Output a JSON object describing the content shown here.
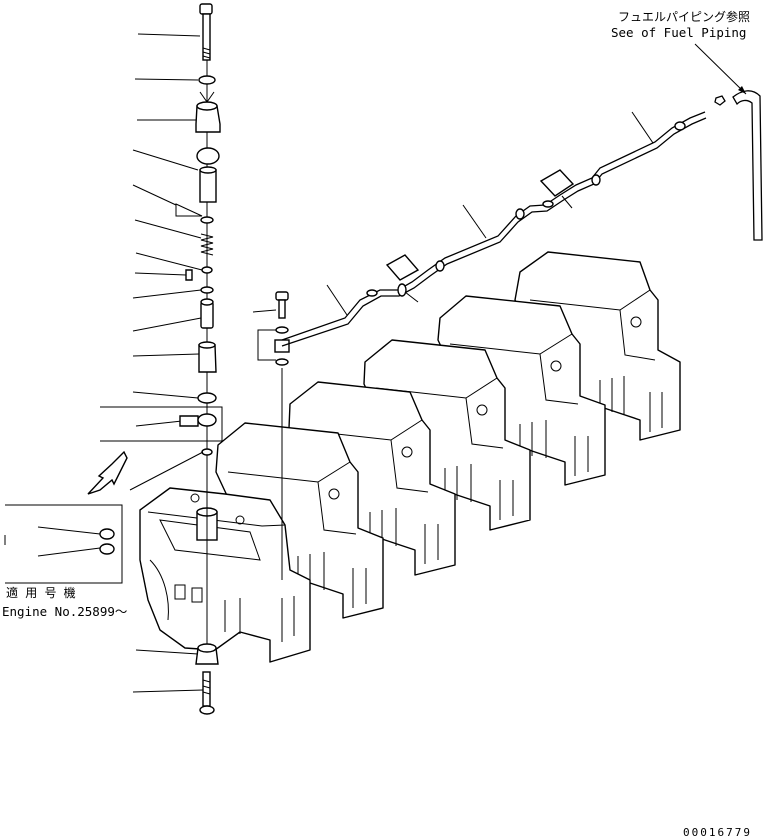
{
  "fuel_piping_ref": {
    "jp": "フュエルパイピング参照",
    "en": "See of Fuel Piping"
  },
  "applicability": {
    "jp": "適 用 号 機",
    "en": "Engine No.25899～"
  },
  "drawing_number": "00016779"
}
